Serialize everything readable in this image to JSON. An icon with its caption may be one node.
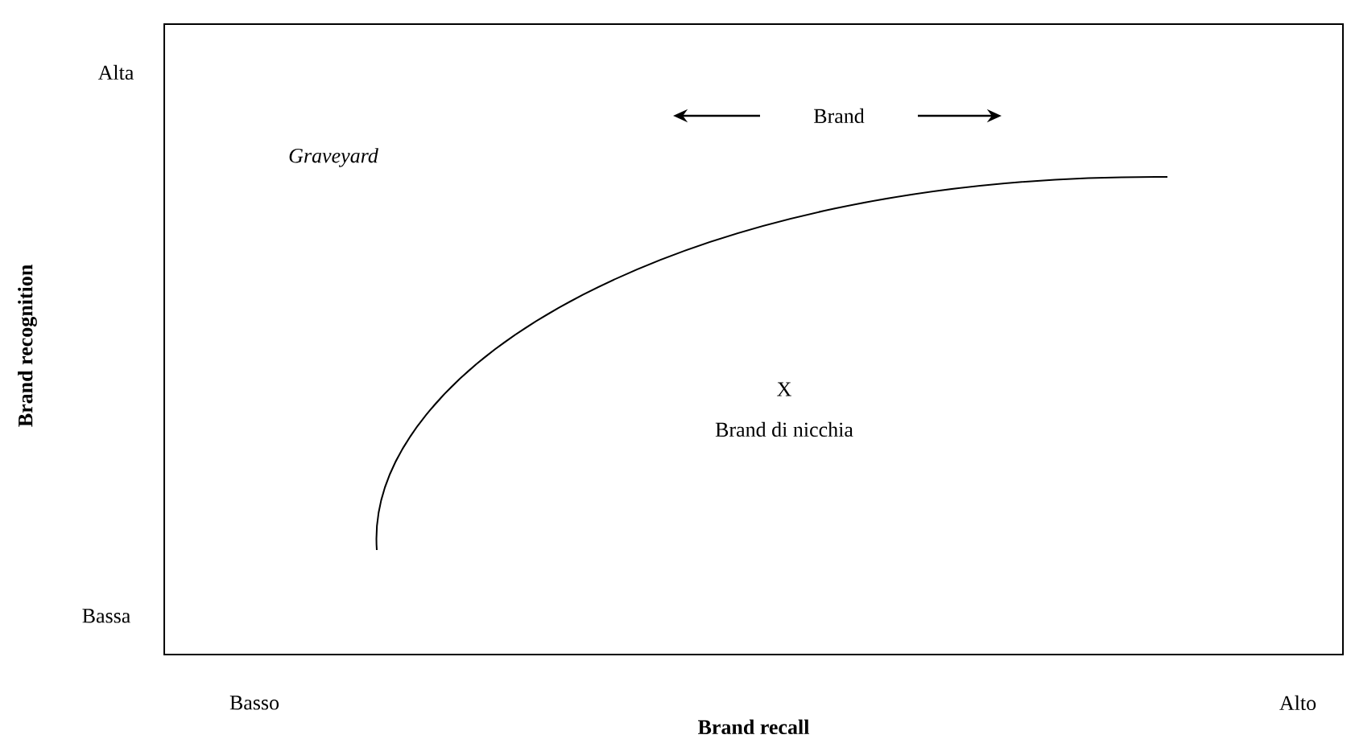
{
  "diagram": {
    "labels": [
      "Alta",
      "Graveyard",
      "Brand",
      "X",
      "Brand di nicchia",
      "Bassa",
      "Basso",
      "Alto",
      "Brand recall",
      "Brand recognition"
    ]
  }
}
